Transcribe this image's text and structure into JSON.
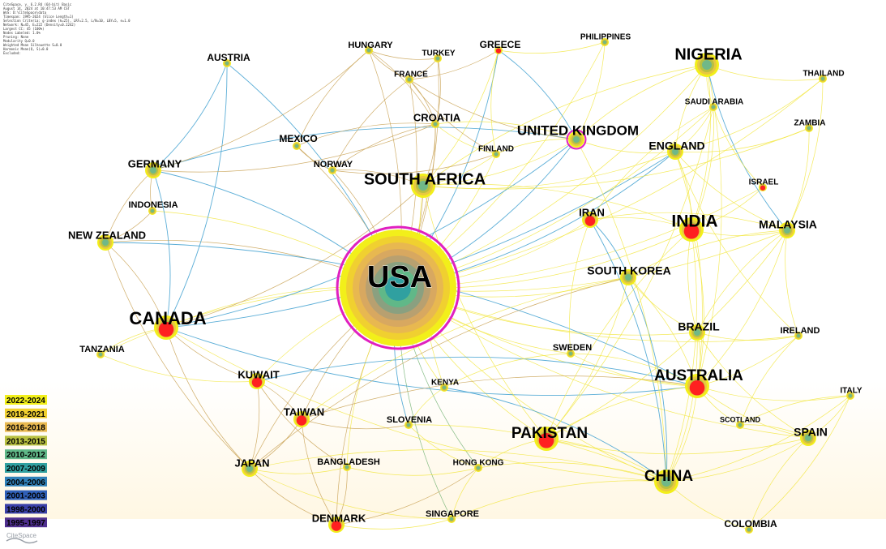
{
  "header": {
    "info_lines": [
      "CiteSpace, v. 6.2.R4 (64-bit) Basic",
      "August 14, 2024 at 10:47:53 AM CST",
      "WoS: D:\\CiteSpace\\data",
      "Timespan: 1995-2024 (Slice Length=1)",
      "Selection Criteria: g-index (k=25), LRF=2.5, L/N=10, LBY=5, e=1.0",
      "Network: N=45, E=222 (Density=0.2242)",
      "Largest CC: 45 (100%)",
      "Nodes Labeled: 1.0%",
      "Pruning: None",
      "Modularity Q=0.0",
      "Weighted Mean Silhouette S=0.0",
      "Harmonic Mean(Q, S)=0.0",
      "Excluded:"
    ]
  },
  "colors": {
    "ring": "#e020c0",
    "burst": "#ff2020",
    "link_recent": "#f2e640",
    "link_mid": "#c8a050",
    "link_old": "#40a0d0",
    "link_green": "#70b070"
  },
  "legend": {
    "items": [
      {
        "label": "2022-2024",
        "color": "#f2ef1a"
      },
      {
        "label": "2019-2021",
        "color": "#f0d030"
      },
      {
        "label": "2016-2018",
        "color": "#e8b850"
      },
      {
        "label": "2013-2015",
        "color": "#b8c040"
      },
      {
        "label": "2010-2012",
        "color": "#60b888"
      },
      {
        "label": "2007-2009",
        "color": "#30a0a0"
      },
      {
        "label": "2004-2006",
        "color": "#3080b8"
      },
      {
        "label": "2001-2003",
        "color": "#3060b8"
      },
      {
        "label": "1998-2000",
        "color": "#3a40a8"
      },
      {
        "label": "1995-1997",
        "color": "#503090"
      }
    ],
    "logo_text": "CiteSpace"
  },
  "nodes": [
    {
      "id": "usa",
      "label": "USA",
      "size": 3,
      "burst": false,
      "ring": true
    },
    {
      "id": "canada",
      "label": "CANADA",
      "size": 2,
      "burst": true,
      "ring": false
    },
    {
      "id": "china",
      "label": "CHINA",
      "size": 2,
      "burst": false,
      "ring": false
    },
    {
      "id": "australia",
      "label": "AUSTRALIA",
      "size": 2,
      "burst": true,
      "ring": false
    },
    {
      "id": "india",
      "label": "INDIA",
      "size": 2,
      "burst": true,
      "ring": false
    },
    {
      "id": "nigeria",
      "label": "NIGERIA",
      "size": 2,
      "burst": false,
      "ring": false
    },
    {
      "id": "south_africa",
      "label": "SOUTH AFRICA",
      "size": 2,
      "burst": false,
      "ring": false
    },
    {
      "id": "united_kingdom",
      "label": "UNITED KINGDOM",
      "size": 1,
      "burst": false,
      "ring": true
    },
    {
      "id": "pakistan",
      "label": "PAKISTAN",
      "size": 2,
      "burst": true,
      "ring": false
    },
    {
      "id": "england",
      "label": "ENGLAND",
      "size": 1,
      "burst": false,
      "ring": false
    },
    {
      "id": "malaysia",
      "label": "MALAYSIA",
      "size": 1,
      "burst": false,
      "ring": false
    },
    {
      "id": "south_korea",
      "label": "SOUTH KOREA",
      "size": 1,
      "burst": false,
      "ring": false
    },
    {
      "id": "brazil",
      "label": "BRAZIL",
      "size": 1,
      "burst": false,
      "ring": false
    },
    {
      "id": "spain",
      "label": "SPAIN",
      "size": 1,
      "burst": false,
      "ring": false
    },
    {
      "id": "japan",
      "label": "JAPAN",
      "size": 1,
      "burst": false,
      "ring": false
    },
    {
      "id": "taiwan",
      "label": "TAIWAN",
      "size": 1,
      "burst": true,
      "ring": false
    },
    {
      "id": "kuwait",
      "label": "KUWAIT",
      "size": 1,
      "burst": true,
      "ring": false
    },
    {
      "id": "denmark",
      "label": "DENMARK",
      "size": 1,
      "burst": true,
      "ring": false
    },
    {
      "id": "germany",
      "label": "GERMANY",
      "size": 1,
      "burst": false,
      "ring": false
    },
    {
      "id": "new_zealand",
      "label": "NEW ZEALAND",
      "size": 1,
      "burst": false,
      "ring": false
    },
    {
      "id": "iran",
      "label": "IRAN",
      "size": 1,
      "burst": true,
      "ring": false
    },
    {
      "id": "croatia",
      "label": "CROATIA",
      "size": 0,
      "burst": false,
      "ring": false
    },
    {
      "id": "austria",
      "label": "AUSTRIA",
      "size": 0,
      "burst": false,
      "ring": false
    },
    {
      "id": "greece",
      "label": "GREECE",
      "size": 0,
      "burst": true,
      "ring": false
    },
    {
      "id": "hungary",
      "label": "HUNGARY",
      "size": 0,
      "burst": false,
      "ring": false
    },
    {
      "id": "turkey",
      "label": "TURKEY",
      "size": 0,
      "burst": false,
      "ring": false
    },
    {
      "id": "france",
      "label": "FRANCE",
      "size": 0,
      "burst": false,
      "ring": false
    },
    {
      "id": "philippines",
      "label": "PHILIPPINES",
      "size": 0,
      "burst": false,
      "ring": false
    },
    {
      "id": "thailand",
      "label": "THAILAND",
      "size": 0,
      "burst": false,
      "ring": false
    },
    {
      "id": "saudi_arabia",
      "label": "SAUDI ARABIA",
      "size": 0,
      "burst": false,
      "ring": false
    },
    {
      "id": "zambia",
      "label": "ZAMBIA",
      "size": 0,
      "burst": false,
      "ring": false
    },
    {
      "id": "mexico",
      "label": "MEXICO",
      "size": 0,
      "burst": false,
      "ring": false
    },
    {
      "id": "norway",
      "label": "NORWAY",
      "size": 0,
      "burst": false,
      "ring": false
    },
    {
      "id": "finland",
      "label": "FINLAND",
      "size": 0,
      "burst": false,
      "ring": false
    },
    {
      "id": "israel",
      "label": "ISRAEL",
      "size": 0,
      "burst": true,
      "ring": false
    },
    {
      "id": "indonesia",
      "label": "INDONESIA",
      "size": 0,
      "burst": false,
      "ring": false
    },
    {
      "id": "ireland",
      "label": "IRELAND",
      "size": 0,
      "burst": false,
      "ring": false
    },
    {
      "id": "sweden",
      "label": "SWEDEN",
      "size": 0,
      "burst": false,
      "ring": false
    },
    {
      "id": "tanzania",
      "label": "TANZANIA",
      "size": 0,
      "burst": false,
      "ring": false
    },
    {
      "id": "kenya",
      "label": "KENYA",
      "size": 0,
      "burst": false,
      "ring": false
    },
    {
      "id": "slovenia",
      "label": "SLOVENIA",
      "size": 0,
      "burst": false,
      "ring": false
    },
    {
      "id": "italy",
      "label": "ITALY",
      "size": 0,
      "burst": false,
      "ring": false
    },
    {
      "id": "scotland",
      "label": "SCOTLAND",
      "size": 0,
      "burst": false,
      "ring": false
    },
    {
      "id": "bangladesh",
      "label": "BANGLADESH",
      "size": 0,
      "burst": false,
      "ring": false
    },
    {
      "id": "hong_kong",
      "label": "HONG KONG",
      "size": 0,
      "burst": false,
      "ring": false
    },
    {
      "id": "singapore",
      "label": "SINGAPORE",
      "size": 0,
      "burst": false,
      "ring": false
    },
    {
      "id": "colombia",
      "label": "COLOMBIA",
      "size": 0,
      "burst": false,
      "ring": false
    }
  ],
  "edges": [
    [
      "usa",
      "canada",
      "link_recent"
    ],
    [
      "usa",
      "china",
      "link_recent"
    ],
    [
      "usa",
      "australia",
      "link_recent"
    ],
    [
      "usa",
      "india",
      "link_recent"
    ],
    [
      "usa",
      "nigeria",
      "link_recent"
    ],
    [
      "usa",
      "south_africa",
      "link_mid"
    ],
    [
      "usa",
      "united_kingdom",
      "link_old"
    ],
    [
      "usa",
      "pakistan",
      "link_recent"
    ],
    [
      "usa",
      "england",
      "link_old"
    ],
    [
      "usa",
      "malaysia",
      "link_recent"
    ],
    [
      "usa",
      "south_korea",
      "link_recent"
    ],
    [
      "usa",
      "brazil",
      "link_recent"
    ],
    [
      "usa",
      "spain",
      "link_recent"
    ],
    [
      "usa",
      "japan",
      "link_mid"
    ],
    [
      "usa",
      "taiwan",
      "link_mid"
    ],
    [
      "usa",
      "kuwait",
      "link_recent"
    ],
    [
      "usa",
      "denmark",
      "link_mid"
    ],
    [
      "usa",
      "germany",
      "link_old"
    ],
    [
      "usa",
      "new_zealand",
      "link_mid"
    ],
    [
      "usa",
      "iran",
      "link_recent"
    ],
    [
      "usa",
      "croatia",
      "link_mid"
    ],
    [
      "usa",
      "greece",
      "link_old"
    ],
    [
      "usa",
      "hungary",
      "link_mid"
    ],
    [
      "usa",
      "france",
      "link_mid"
    ],
    [
      "usa",
      "saudi_arabia",
      "link_recent"
    ],
    [
      "usa",
      "mexico",
      "link_mid"
    ],
    [
      "usa",
      "norway",
      "link_mid"
    ],
    [
      "usa",
      "finland",
      "link_recent"
    ],
    [
      "usa",
      "indonesia",
      "link_recent"
    ],
    [
      "usa",
      "ireland",
      "link_recent"
    ],
    [
      "usa",
      "sweden",
      "link_recent"
    ],
    [
      "usa",
      "tanzania",
      "link_recent"
    ],
    [
      "usa",
      "kenya",
      "link_recent"
    ],
    [
      "usa",
      "slovenia",
      "link_old"
    ],
    [
      "usa",
      "bangladesh",
      "link_recent"
    ],
    [
      "usa",
      "hong_kong",
      "link_green"
    ],
    [
      "usa",
      "singapore",
      "link_green"
    ],
    [
      "usa",
      "philippines",
      "link_recent"
    ],
    [
      "usa",
      "turkey",
      "link_mid"
    ],
    [
      "usa",
      "austria",
      "link_old"
    ],
    [
      "usa",
      "israel",
      "link_recent"
    ],
    [
      "usa",
      "thailand",
      "link_recent"
    ],
    [
      "canada",
      "australia",
      "link_old"
    ],
    [
      "canada",
      "germany",
      "link_old"
    ],
    [
      "canada",
      "new_zealand",
      "link_mid"
    ],
    [
      "canada",
      "england",
      "link_old"
    ],
    [
      "canada",
      "united_kingdom",
      "link_old"
    ],
    [
      "canada",
      "china",
      "link_recent"
    ],
    [
      "canada",
      "japan",
      "link_mid"
    ],
    [
      "canada",
      "tanzania",
      "link_recent"
    ],
    [
      "canada",
      "south_africa",
      "link_mid"
    ],
    [
      "canada",
      "kuwait",
      "link_mid"
    ],
    [
      "canada",
      "austria",
      "link_old"
    ],
    [
      "china",
      "australia",
      "link_recent"
    ],
    [
      "china",
      "pakistan",
      "link_recent"
    ],
    [
      "china",
      "south_korea",
      "link_old"
    ],
    [
      "china",
      "india",
      "link_recent"
    ],
    [
      "china",
      "japan",
      "link_recent"
    ],
    [
      "china",
      "united_kingdom",
      "link_recent"
    ],
    [
      "china",
      "spain",
      "link_recent"
    ],
    [
      "china",
      "hong_kong",
      "link_recent"
    ],
    [
      "china",
      "singapore",
      "link_recent"
    ],
    [
      "china",
      "brazil",
      "link_recent"
    ],
    [
      "china",
      "iran",
      "link_old"
    ],
    [
      "china",
      "kenya",
      "link_old"
    ],
    [
      "china",
      "slovenia",
      "link_recent"
    ],
    [
      "china",
      "colombia",
      "link_recent"
    ],
    [
      "china",
      "italy",
      "link_recent"
    ],
    [
      "australia",
      "india",
      "link_recent"
    ],
    [
      "australia",
      "malaysia",
      "link_recent"
    ],
    [
      "australia",
      "england",
      "link_recent"
    ],
    [
      "australia",
      "nigeria",
      "link_recent"
    ],
    [
      "australia",
      "brazil",
      "link_recent"
    ],
    [
      "australia",
      "south_korea",
      "link_recent"
    ],
    [
      "australia",
      "spain",
      "link_recent"
    ],
    [
      "australia",
      "pakistan",
      "link_recent"
    ],
    [
      "australia",
      "new_zealand",
      "link_old"
    ],
    [
      "australia",
      "ireland",
      "link_recent"
    ],
    [
      "australia",
      "scotland",
      "link_recent"
    ],
    [
      "australia",
      "kuwait",
      "link_old"
    ],
    [
      "australia",
      "sweden",
      "link_recent"
    ],
    [
      "australia",
      "italy",
      "link_recent"
    ],
    [
      "australia",
      "taiwan",
      "link_mid"
    ],
    [
      "india",
      "malaysia",
      "link_recent"
    ],
    [
      "india",
      "nigeria",
      "link_recent"
    ],
    [
      "india",
      "england",
      "link_recent"
    ],
    [
      "india",
      "saudi_arabia",
      "link_recent"
    ],
    [
      "india",
      "south_africa",
      "link_recent"
    ],
    [
      "india",
      "iran",
      "link_recent"
    ],
    [
      "india",
      "pakistan",
      "link_recent"
    ],
    [
      "india",
      "brazil",
      "link_recent"
    ],
    [
      "india",
      "israel",
      "link_recent"
    ],
    [
      "nigeria",
      "south_africa",
      "link_recent"
    ],
    [
      "nigeria",
      "malaysia",
      "link_old"
    ],
    [
      "nigeria",
      "england",
      "link_recent"
    ],
    [
      "nigeria",
      "united_kingdom",
      "link_recent"
    ],
    [
      "nigeria",
      "saudi_arabia",
      "link_recent"
    ],
    [
      "nigeria",
      "thailand",
      "link_recent"
    ],
    [
      "south_africa",
      "united_kingdom",
      "link_recent"
    ],
    [
      "south_africa",
      "england",
      "link_recent"
    ],
    [
      "south_africa",
      "finland",
      "link_recent"
    ],
    [
      "south_africa",
      "croatia",
      "link_mid"
    ],
    [
      "south_africa",
      "norway",
      "link_mid"
    ],
    [
      "south_africa",
      "pakistan",
      "link_recent"
    ],
    [
      "south_africa",
      "zambia",
      "link_recent"
    ],
    [
      "south_africa",
      "greece",
      "link_recent"
    ],
    [
      "south_africa",
      "kenya",
      "link_recent"
    ],
    [
      "united_kingdom",
      "england",
      "link_recent"
    ],
    [
      "united_kingdom",
      "greece",
      "link_old"
    ],
    [
      "united_kingdom",
      "philippines",
      "link_recent"
    ],
    [
      "united_kingdom",
      "finland",
      "link_recent"
    ],
    [
      "united_kingdom",
      "croatia",
      "link_recent"
    ],
    [
      "united_kingdom",
      "germany",
      "link_old"
    ],
    [
      "pakistan",
      "malaysia",
      "link_recent"
    ],
    [
      "pakistan",
      "saudi_arabia",
      "link_recent"
    ],
    [
      "pakistan",
      "hong_kong",
      "link_recent"
    ],
    [
      "pakistan",
      "spain",
      "link_recent"
    ],
    [
      "pakistan",
      "south_korea",
      "link_recent"
    ],
    [
      "england",
      "malaysia",
      "link_recent"
    ],
    [
      "england",
      "saudi_arabia",
      "link_recent"
    ],
    [
      "england",
      "zambia",
      "link_recent"
    ],
    [
      "england",
      "thailand",
      "link_recent"
    ],
    [
      "england",
      "ireland",
      "link_recent"
    ],
    [
      "malaysia",
      "thailand",
      "link_recent"
    ],
    [
      "malaysia",
      "south_korea",
      "link_recent"
    ],
    [
      "malaysia",
      "iran",
      "link_recent"
    ],
    [
      "malaysia",
      "ireland",
      "link_recent"
    ],
    [
      "malaysia",
      "brazil",
      "link_recent"
    ],
    [
      "malaysia",
      "zambia",
      "link_recent"
    ],
    [
      "south_korea",
      "iran",
      "link_old"
    ],
    [
      "south_korea",
      "brazil",
      "link_recent"
    ],
    [
      "south_korea",
      "japan",
      "link_mid"
    ],
    [
      "south_korea",
      "taiwan",
      "link_recent"
    ],
    [
      "brazil",
      "spain",
      "link_recent"
    ],
    [
      "brazil",
      "ireland",
      "link_recent"
    ],
    [
      "spain",
      "colombia",
      "link_recent"
    ],
    [
      "spain",
      "italy",
      "link_recent"
    ],
    [
      "spain",
      "scotland",
      "link_recent"
    ],
    [
      "japan",
      "taiwan",
      "link_mid"
    ],
    [
      "japan",
      "denmark",
      "link_mid"
    ],
    [
      "japan",
      "bangladesh",
      "link_recent"
    ],
    [
      "japan",
      "kuwait",
      "link_mid"
    ],
    [
      "japan",
      "singapore",
      "link_recent"
    ],
    [
      "taiwan",
      "kuwait",
      "link_mid"
    ],
    [
      "taiwan",
      "denmark",
      "link_mid"
    ],
    [
      "taiwan",
      "slovenia",
      "link_mid"
    ],
    [
      "denmark",
      "singapore",
      "link_recent"
    ],
    [
      "denmark",
      "hong_kong",
      "link_mid"
    ],
    [
      "denmark",
      "bangladesh",
      "link_mid"
    ],
    [
      "germany",
      "new_zealand",
      "link_mid"
    ],
    [
      "germany",
      "austria",
      "link_old"
    ],
    [
      "germany",
      "indonesia",
      "link_mid"
    ],
    [
      "germany",
      "croatia",
      "link_mid"
    ],
    [
      "germany",
      "hungary",
      "link_mid"
    ],
    [
      "croatia",
      "hungary",
      "link_mid"
    ],
    [
      "croatia",
      "france",
      "link_mid"
    ],
    [
      "croatia",
      "turkey",
      "link_mid"
    ],
    [
      "croatia",
      "finland",
      "link_recent"
    ],
    [
      "croatia",
      "norway",
      "link_mid"
    ],
    [
      "croatia",
      "mexico",
      "link_mid"
    ],
    [
      "hungary",
      "france",
      "link_mid"
    ],
    [
      "hungary",
      "turkey",
      "link_mid"
    ],
    [
      "hungary",
      "mexico",
      "link_mid"
    ],
    [
      "france",
      "turkey",
      "link_mid"
    ],
    [
      "france",
      "norway",
      "link_mid"
    ],
    [
      "france",
      "united_kingdom",
      "link_mid"
    ],
    [
      "france",
      "finland",
      "link_mid"
    ],
    [
      "france",
      "greece",
      "link_mid"
    ],
    [
      "greece",
      "philippines",
      "link_recent"
    ],
    [
      "greece",
      "finland",
      "link_recent"
    ],
    [
      "mexico",
      "norway",
      "link_mid"
    ],
    [
      "norway",
      "finland",
      "link_mid"
    ],
    [
      "saudi_arabia",
      "iran",
      "link_recent"
    ],
    [
      "saudi_arabia",
      "israel",
      "link_recent"
    ],
    [
      "iran",
      "sweden",
      "link_recent"
    ],
    [
      "sweden",
      "kenya",
      "link_recent"
    ],
    [
      "sweden",
      "australia",
      "link_recent"
    ],
    [
      "kenya",
      "slovenia",
      "link_recent"
    ],
    [
      "slovenia",
      "hong_kong",
      "link_recent"
    ],
    [
      "hong_kong",
      "singapore",
      "link_recent"
    ],
    [
      "bangladesh",
      "hong_kong",
      "link_recent"
    ],
    [
      "kuwait",
      "bangladesh",
      "link_mid"
    ],
    [
      "tanzania",
      "kuwait",
      "link_recent"
    ],
    [
      "new_zealand",
      "indonesia",
      "link_mid"
    ],
    [
      "new_zealand",
      "japan",
      "link_mid"
    ],
    [
      "ireland",
      "scotland",
      "link_recent"
    ],
    [
      "italy",
      "scotland",
      "link_recent"
    ],
    [
      "colombia",
      "italy",
      "link_recent"
    ]
  ]
}
